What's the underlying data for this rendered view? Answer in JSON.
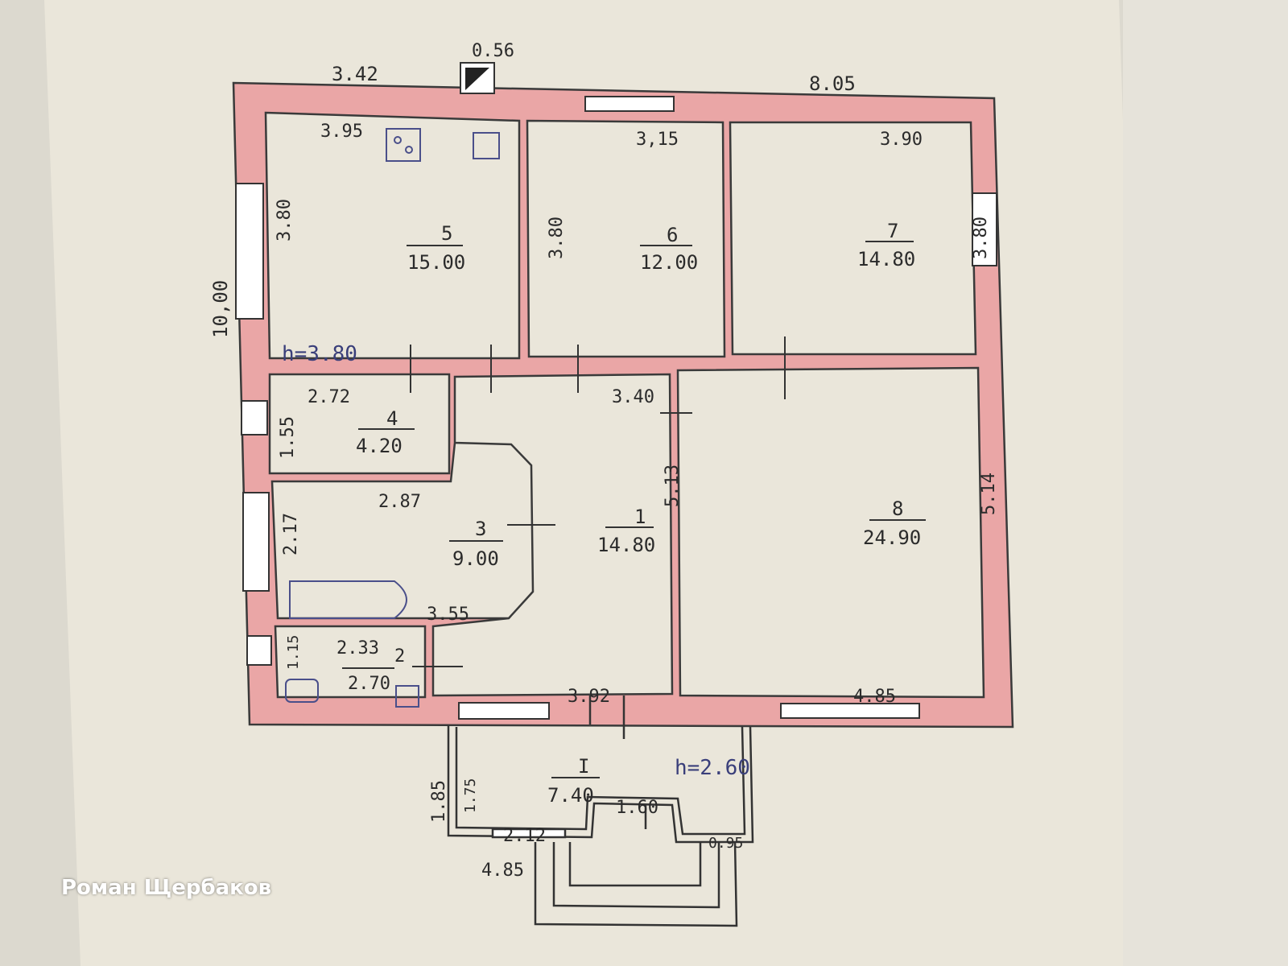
{
  "watermark": "Роман Щербаков",
  "heights": {
    "main": "h=3.80",
    "porch": "h=2.60"
  },
  "overall": {
    "top_left": "3.42",
    "chimney": "0.56",
    "top_right": "8.05",
    "left_side": "10,00"
  },
  "rooms": [
    {
      "no": "5",
      "area": "15.00",
      "width": "3.95",
      "height": "3.80"
    },
    {
      "no": "6",
      "area": "12.00",
      "width": "3,15",
      "height": "3.80"
    },
    {
      "no": "7",
      "area": "14.80",
      "width": "3.90",
      "height": "3.80"
    },
    {
      "no": "4",
      "area": "4.20",
      "width": "2.72",
      "height": "1.55"
    },
    {
      "no": "3",
      "area": "9.00",
      "width": "2.87",
      "height": "2.17",
      "extra": "3.55"
    },
    {
      "no": "1",
      "area": "14.80",
      "width": "3.40",
      "height": "5.13",
      "bottom": "3.92"
    },
    {
      "no": "8",
      "area": "24.90",
      "width": "4.85",
      "height": "5.14"
    },
    {
      "no": "2",
      "area": "2.70",
      "width": "2.33",
      "height": "1.15"
    },
    {
      "no": "I",
      "area": "7.40",
      "width": "4.85",
      "height": "1.85",
      "inner": "1.75",
      "d1": "2.12",
      "d2": "1.60",
      "d3": "0.95"
    }
  ],
  "colors": {
    "paper": "#eae6da",
    "wall": "#e9a9a9",
    "ink": "#2b2b2b"
  }
}
